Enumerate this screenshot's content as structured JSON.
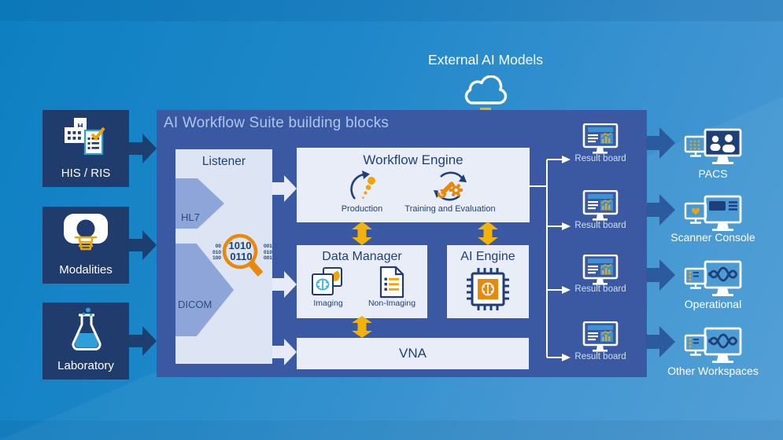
{
  "external_ai": {
    "label": "External AI Models"
  },
  "sources": [
    {
      "label": "HIS / RIS"
    },
    {
      "label": "Modalities"
    },
    {
      "label": "Laboratory"
    }
  ],
  "suite": {
    "title": "AI Workflow Suite building blocks",
    "listener": {
      "title": "Listener",
      "protocols": [
        {
          "label": "HL7"
        },
        {
          "label": "DICOM"
        }
      ],
      "magnifier": {
        "row1": "1010",
        "row2": "0110",
        "left": [
          "00",
          "010",
          "100"
        ],
        "right": [
          "001",
          "010",
          "001"
        ]
      }
    },
    "workflow_engine": {
      "title": "Workflow Engine",
      "items": [
        {
          "label": "Production"
        },
        {
          "label": "Training and Evaluation"
        }
      ]
    },
    "data_manager": {
      "title": "Data Manager",
      "items": [
        {
          "label": "Imaging"
        },
        {
          "label": "Non-Imaging"
        }
      ]
    },
    "ai_engine": {
      "title": "AI Engine"
    },
    "vna": {
      "title": "VNA"
    },
    "result_boards": [
      {
        "label": "Result board"
      },
      {
        "label": "Result board"
      },
      {
        "label": "Result board"
      },
      {
        "label": "Result board"
      }
    ]
  },
  "destinations": [
    {
      "label": "PACS"
    },
    {
      "label": "Scanner Console"
    },
    {
      "label": "Operational"
    },
    {
      "label": "Other Workspaces"
    }
  ],
  "icons": {
    "hospital_letter": "H"
  },
  "colors": {
    "background_top": "#0d80c2",
    "background_bottom": "#4a9ad4",
    "panel": "#3b58a3",
    "dark_navy_box": "#203c6d",
    "light_box": "#e9edf8",
    "listener_box": "#dde4f4",
    "chevron_periwinkle": "#8da5d8",
    "left_arrow": "#1d3f70",
    "right_arrow": "#2b5a9e",
    "accent_yellow": "#f2b20c",
    "accent_orange": "#e8890c",
    "navy_text": "#1f4173"
  }
}
